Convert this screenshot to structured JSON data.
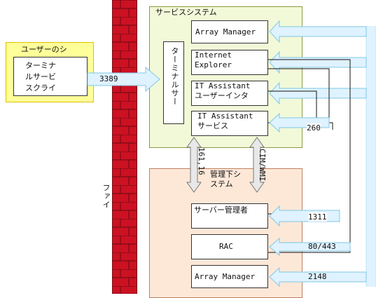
{
  "user_system": {
    "title": "ユーザーのシ",
    "terminal_client": "ターミナ\nルサービ\nスクライ"
  },
  "firewall": {
    "label": "ファイ"
  },
  "service_system": {
    "title": "サービスシステム",
    "terminal_server": "ターミナルサー",
    "components": [
      "Array Manager",
      "Internet\nExplorer",
      "IT Assistant\nユーザーインタ",
      "IT Assistant\nサービス"
    ]
  },
  "managed_system": {
    "title": "管理下シ\nステム",
    "components": [
      "サーバー管理者",
      "RAC",
      "Array Manager"
    ]
  },
  "ports": {
    "rdp": "3389",
    "it_assistant": "260",
    "snmp": "161,16",
    "cim": "CIM/WMI",
    "server_admin": "1311",
    "rac": "80/443",
    "array_manager": "2148"
  },
  "colors": {
    "user_bg": "#ffff99",
    "user_border": "#e0c000",
    "service_bg": "#f2f9d8",
    "service_border": "#8a9a40",
    "managed_bg": "#fde8d8",
    "managed_border": "#c08060",
    "firewall": "#cc1122",
    "arrow_fill": "#dff2ff",
    "arrow_edge": "#7fc8e6"
  }
}
